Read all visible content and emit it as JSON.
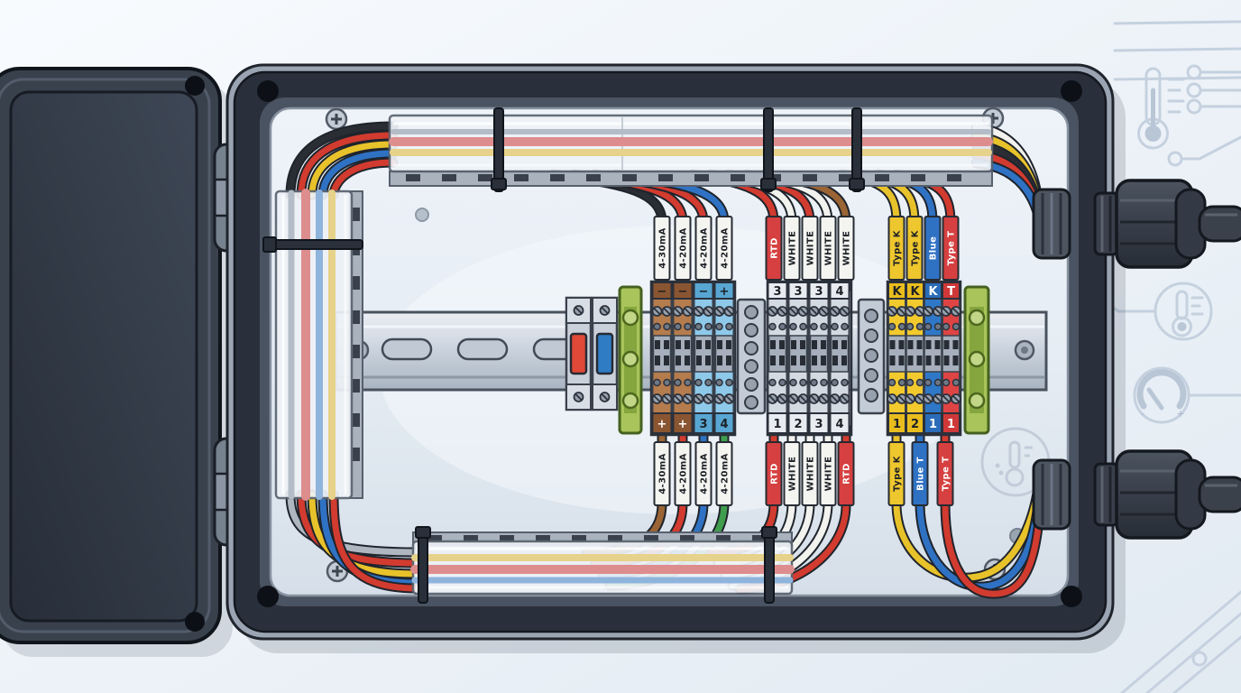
{
  "title": "Open industrial junction box with DIN-rail terminal blocks and labelled sensor wiring",
  "groups": [
    {
      "name": "4-20mA current loop terminals",
      "top": [
        "−",
        "−",
        "−",
        "+"
      ],
      "bottom": [
        "+",
        "+",
        "3",
        "4"
      ],
      "topSleeves": [
        "4-30mA",
        "4-20mA",
        "4-20mA",
        "4-20mA"
      ],
      "bottomSleeves": [
        "4-30mA",
        "4-20mA",
        "4-20mA",
        "4-20mA"
      ]
    },
    {
      "name": "RTD terminals",
      "top": [
        "3",
        "3",
        "3",
        "4"
      ],
      "bottom": [
        "1",
        "2",
        "3",
        "4"
      ],
      "topSleeves": [
        "RTD",
        "WHITE",
        "WHITE",
        "WHITE",
        "WHITE"
      ],
      "bottomSleeves": [
        "RTD",
        "WHITE",
        "WHITE",
        "WHITE",
        "RTD"
      ]
    },
    {
      "name": "Thermocouple terminals",
      "top": [
        "K",
        "K",
        "K",
        "T"
      ],
      "bottom": [
        "1",
        "2",
        "1",
        "1"
      ],
      "topSleeves": [
        "Type K",
        "Type K",
        "Blue",
        "Type T"
      ],
      "bottomSleeves": [
        "Type K",
        "Blue T",
        "Type T"
      ]
    }
  ],
  "icons": {
    "gauge_minus": "-",
    "gauge_plus": "+",
    "background": [
      "thermometer-icon",
      "circuit-trace-icon",
      "thermometer-circle-icon",
      "gauge-icon",
      "thermometer-watermark-icon"
    ]
  },
  "colors": {
    "wire_red": "#d23b2f",
    "wire_blue": "#2f72c4",
    "wire_yellow": "#e8c22a",
    "wire_black": "#2a2d33",
    "wire_white": "#f2f2ee",
    "wire_green": "#3f9e4d",
    "wire_brown": "#9a6434",
    "terminal_brown": "#b57c4e",
    "terminal_lightblue": "#8ec9ea",
    "terminal_gray": "#d4dae1",
    "terminal_yellow": "#f2ca2e",
    "terminal_blue": "#2f78c8",
    "terminal_red": "#de4444",
    "end_stop_green": "#a8c45a",
    "din_rail": "#ccd5de",
    "enclosure_body": "#2a303b",
    "enclosure_lid": "#39414d",
    "mounting_plate": "#e3eaf2",
    "background_icon": "#c5d1df"
  }
}
